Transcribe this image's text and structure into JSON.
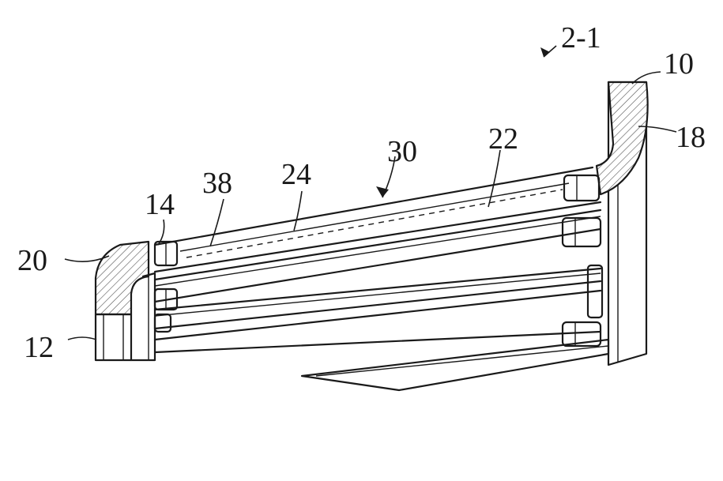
{
  "figure": {
    "labels": {
      "assembly": "2-1",
      "part_10": "10",
      "part_18": "18",
      "part_22": "22",
      "part_30": "30",
      "part_24": "24",
      "part_38": "38",
      "part_14": "14",
      "part_20": "20",
      "part_12": "12"
    }
  }
}
